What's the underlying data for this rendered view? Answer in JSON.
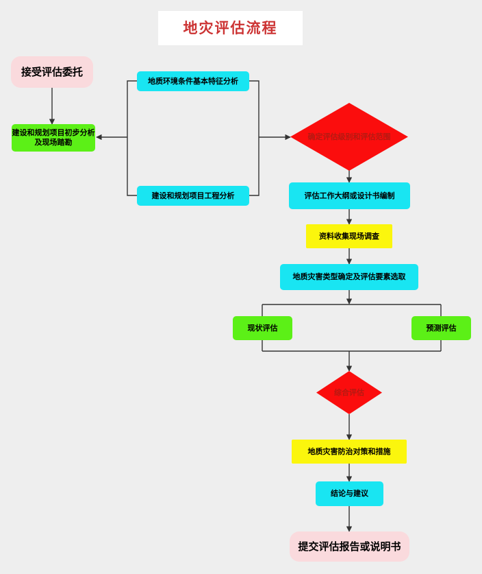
{
  "diagram": {
    "title": "地灾评估流程",
    "background_color": "#eeeeee",
    "palette": {
      "terminal": "#fadadd",
      "cyan": "#19e5f2",
      "green": "#5cf017",
      "yellow": "#fbf60d",
      "diamond": "#fb0d0d",
      "title_text": "#cc3333",
      "wire": "#333333"
    },
    "nodes": {
      "accept_commission": "接受评估委托",
      "preliminary_analysis": "建设和规划项目初步分析及现场踏勘",
      "geo_env_features": "地质环境条件基本特征分析",
      "project_engineering": "建设和规划项目工程分析",
      "determine_level_scope": "确定评估级别和评估范围",
      "work_outline": "评估工作大纲或设计书编制",
      "data_collection": "资料收集现场调查",
      "hazard_type_factors": "地质灾害类型确定及评估要素选取",
      "current_assessment": "现状评估",
      "predictive_assessment": "预测评估",
      "comprehensive_assessment": "综合评估",
      "prevention_measures": "地质灾害防治对策和措施",
      "conclusion_suggestion": "结论与建议",
      "submit_report": "提交评估报告或说明书"
    }
  }
}
